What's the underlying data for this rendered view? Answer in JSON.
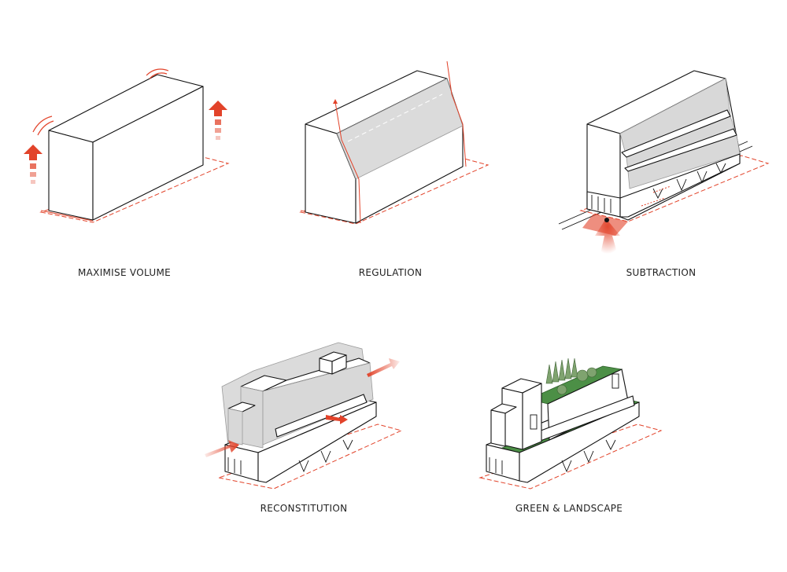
{
  "panels": [
    {
      "id": "maximise-volume",
      "label": "MAXIMISE VOLUME"
    },
    {
      "id": "regulation",
      "label": "REGULATION"
    },
    {
      "id": "subtraction",
      "label": "SUBTRACTION"
    },
    {
      "id": "reconstitution",
      "label": "RECONSTITUTION"
    },
    {
      "id": "green-landscape",
      "label": "GREEN & LANDSCAPE"
    }
  ],
  "colors": {
    "accent_red": "#e2432a",
    "massing_grey": "#d5d5d5",
    "roof_green": "#4c8f46",
    "line": "#111111"
  }
}
